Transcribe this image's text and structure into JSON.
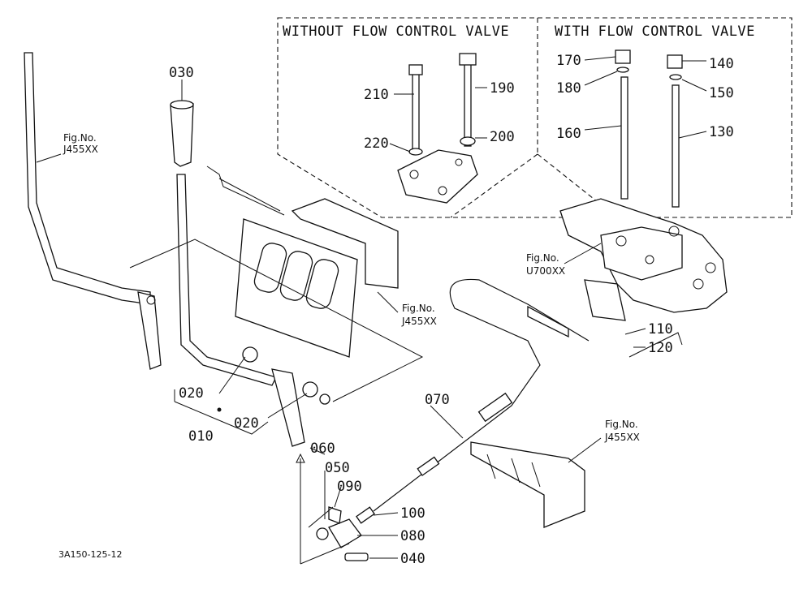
{
  "inset": {
    "left_title": "WITHOUT FLOW CONTROL VALVE",
    "right_title": "WITH FLOW CONTROL VALVE"
  },
  "fig_refs": {
    "left": [
      "Fig.No.",
      "J455XX"
    ],
    "middle": [
      "Fig.No.",
      "J455XX"
    ],
    "valve": [
      "Fig.No.",
      "U700XX"
    ],
    "bottom_right": [
      "Fig.No.",
      "J455XX"
    ]
  },
  "parts": {
    "p010": "010",
    "p020a": "020",
    "p020b": "020",
    "p030": "030",
    "p040": "040",
    "p050": "050",
    "p060": "060",
    "p070": "070",
    "p080": "080",
    "p090": "090",
    "p100": "100",
    "p110": "110",
    "p120": "120",
    "p130": "130",
    "p140": "140",
    "p150": "150",
    "p160": "160",
    "p170": "170",
    "p180": "180",
    "p190": "190",
    "p200": "200",
    "p210": "210",
    "p220": "220"
  },
  "drawing_code": "3A150-125-12"
}
